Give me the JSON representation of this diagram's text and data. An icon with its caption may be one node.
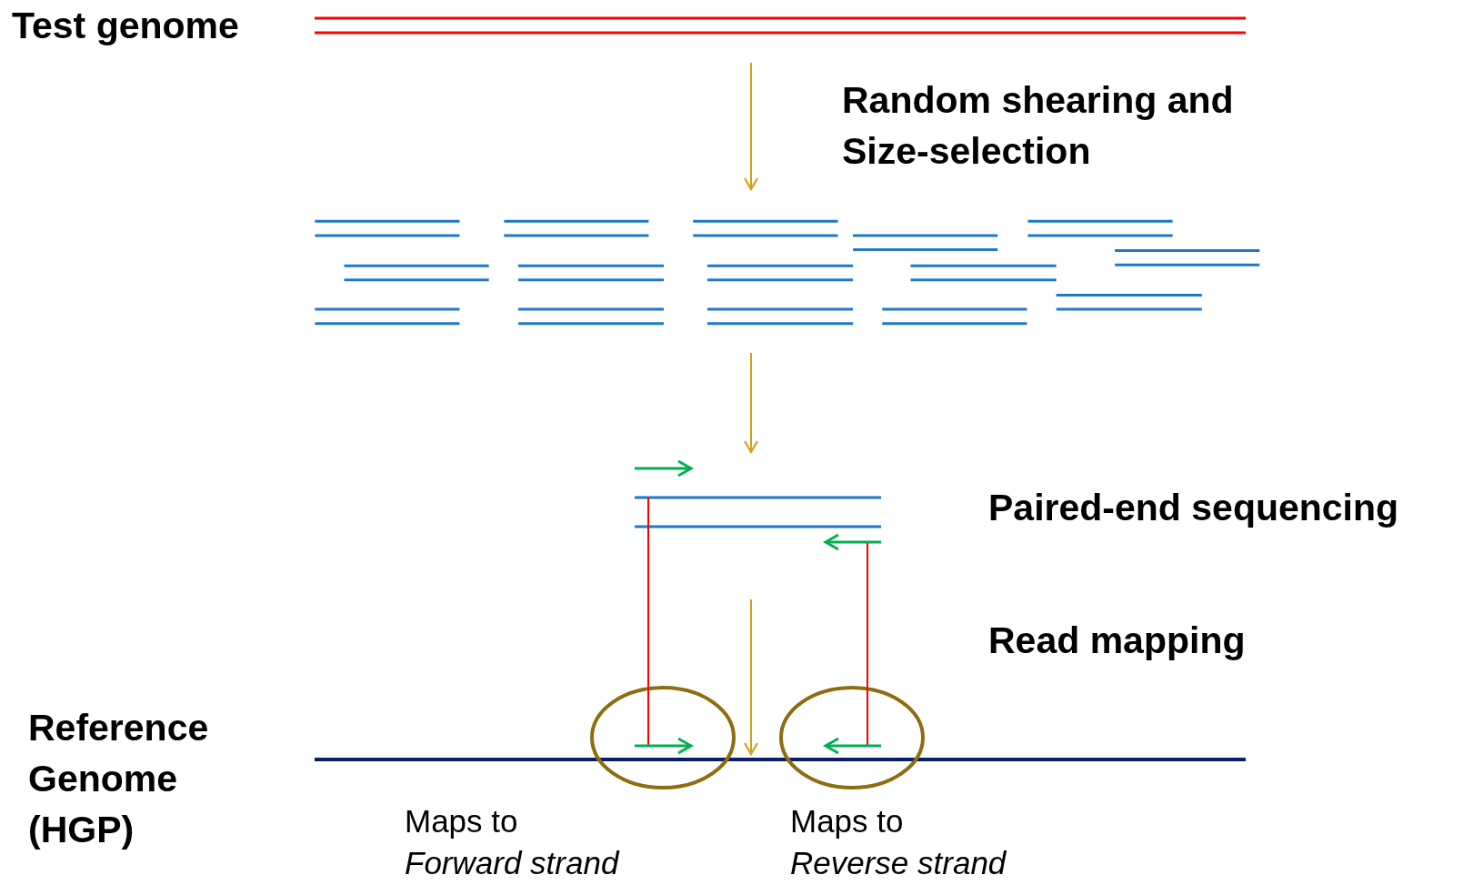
{
  "diagram": {
    "nodes": [
      {
        "text": [
          "Test genome"
        ]
      },
      {
        "text": [],
        "shape": "picture"
      },
      {
        "text": [],
        "shape": "picture",
        "beside": [
          "Paired-end sequencing"
        ]
      },
      {
        "text": [],
        "shape": "bar",
        "beside": [
          "Reference Genome (HGP)"
        ]
      },
      {
        "text": [],
        "shape": "circle"
      },
      {
        "text": [],
        "shape": "circle"
      }
    ],
    "edges": [
      {
        "from": 0,
        "to": 1,
        "arrow": "to",
        "label": "Random shearing and Size-selection"
      },
      {
        "from": 1,
        "to": 2,
        "arrow": "to"
      },
      {
        "from": 2,
        "to": 3,
        "arrow": "to"
      },
      {
        "from": 2,
        "to": 4,
        "arrow": "none",
        "color": "#ff0000"
      },
      {
        "from": 2,
        "to": 5,
        "arrow": "none",
        "color": "#ff0000"
      }
    ],
    "labels": [
      "Read mapping",
      "Maps to *Forward strand*",
      "Maps to *Reverse strand*"
    ]
  }
}
